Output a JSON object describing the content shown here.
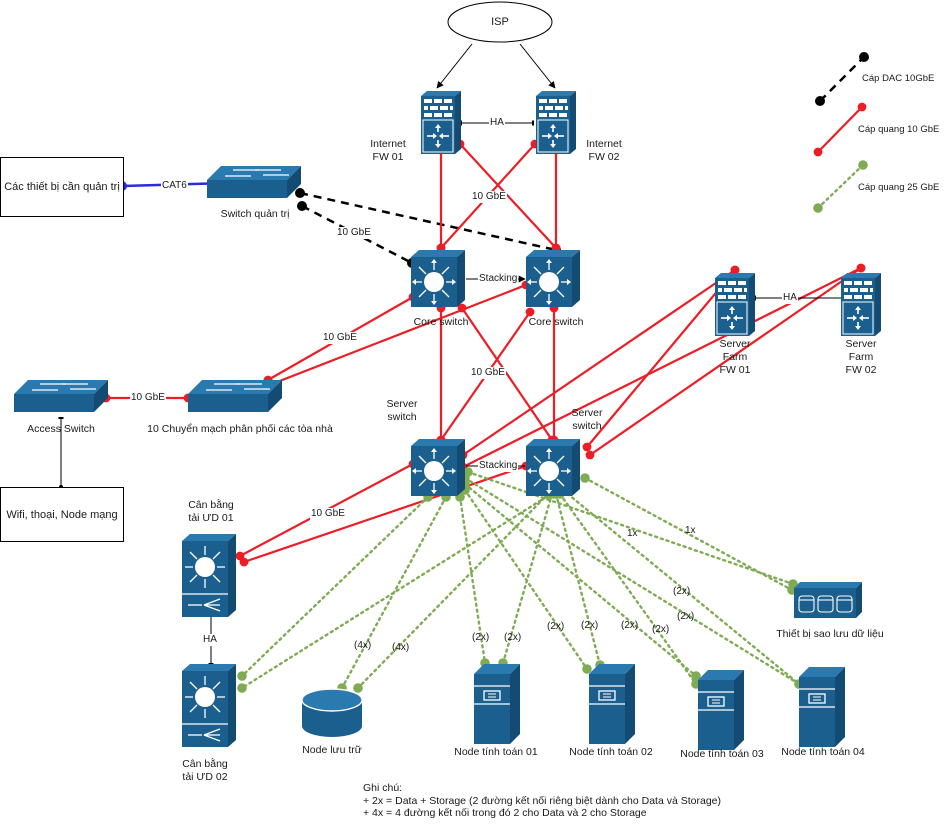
{
  "colors": {
    "device": "#1b5f8e",
    "device_dark": "#134b72",
    "device_top": "#2a7ab0",
    "dac": "#000000",
    "fiber10": "#ee1c25",
    "fiber25": "#7fab55",
    "cat6": "#2b2bdb"
  },
  "legend": {
    "dac": "Cáp DAC 10GbE",
    "fiber10": "Cáp quang 10 GbE",
    "fiber25": "Cáp quang 25 GbE"
  },
  "nodes": {
    "isp": "ISP",
    "fw1": [
      "Internet",
      "FW 01"
    ],
    "fw2": [
      "Internet",
      "FW 02"
    ],
    "mgmt_devices": "Các thiết bị cần quản trị",
    "mgmt_switch": "Switch quản trị",
    "core1": "Core switch",
    "core2": "Core switch",
    "sf_fw1": [
      "Server",
      "Farm",
      "FW 01"
    ],
    "sf_fw2": [
      "Server",
      "Farm",
      "FW 02"
    ],
    "access_switch": "Access Switch",
    "dist_switch": "10 Chuyển mạch phân phối các tòa nhà",
    "end_devices": "Wifi, thoại, Node mạng",
    "srv_sw1": [
      "Server",
      "switch"
    ],
    "srv_sw2": [
      "Server",
      "switch"
    ],
    "lb1": [
      "Cân bằng",
      "tải ƯD 01"
    ],
    "lb2": [
      "Cân bằng",
      "tải ƯD 02"
    ],
    "storage": "Node lưu trữ",
    "compute1": "Node tính toán 01",
    "compute2": "Node tính toán 02",
    "compute3": "Node tính toán 03",
    "compute4": "Node tính toán 04",
    "backup": "Thiết bị sao lưu dữ liệu"
  },
  "edge_labels": {
    "ha_fw": "HA",
    "ha_sf": "HA",
    "ha_lb": "HA",
    "cat6": "CAT6",
    "fw_core": "10 GbE",
    "dac_mgmt": "10 GbE",
    "stacking_core": "Stacking",
    "stacking_srv": "Stacking",
    "core_dist": "10 GbE",
    "access_dist": "10 GbE",
    "core_srv": "10 GbE",
    "srv_lb": "10 GbE",
    "storage_a": "(4x)",
    "storage_b": "(4x)",
    "c1_a": "(2x)",
    "c1_b": "(2x)",
    "c2_a": "(2x)",
    "c2_b": "(2x)",
    "c3_a": "(2x)",
    "c3_b": "(2x)",
    "c4_a": "(2x)",
    "c4_b": "(2x)",
    "backup_a": "1x",
    "backup_b": "1x"
  },
  "notes": {
    "title": "Ghi chú:",
    "line1": "+ 2x = Data + Storage (2 đường kết nối riêng biệt dành cho Data và Storage)",
    "line2": "+ 4x = 4 đường kết nối trong đó 2 cho Data và 2 cho Storage"
  }
}
